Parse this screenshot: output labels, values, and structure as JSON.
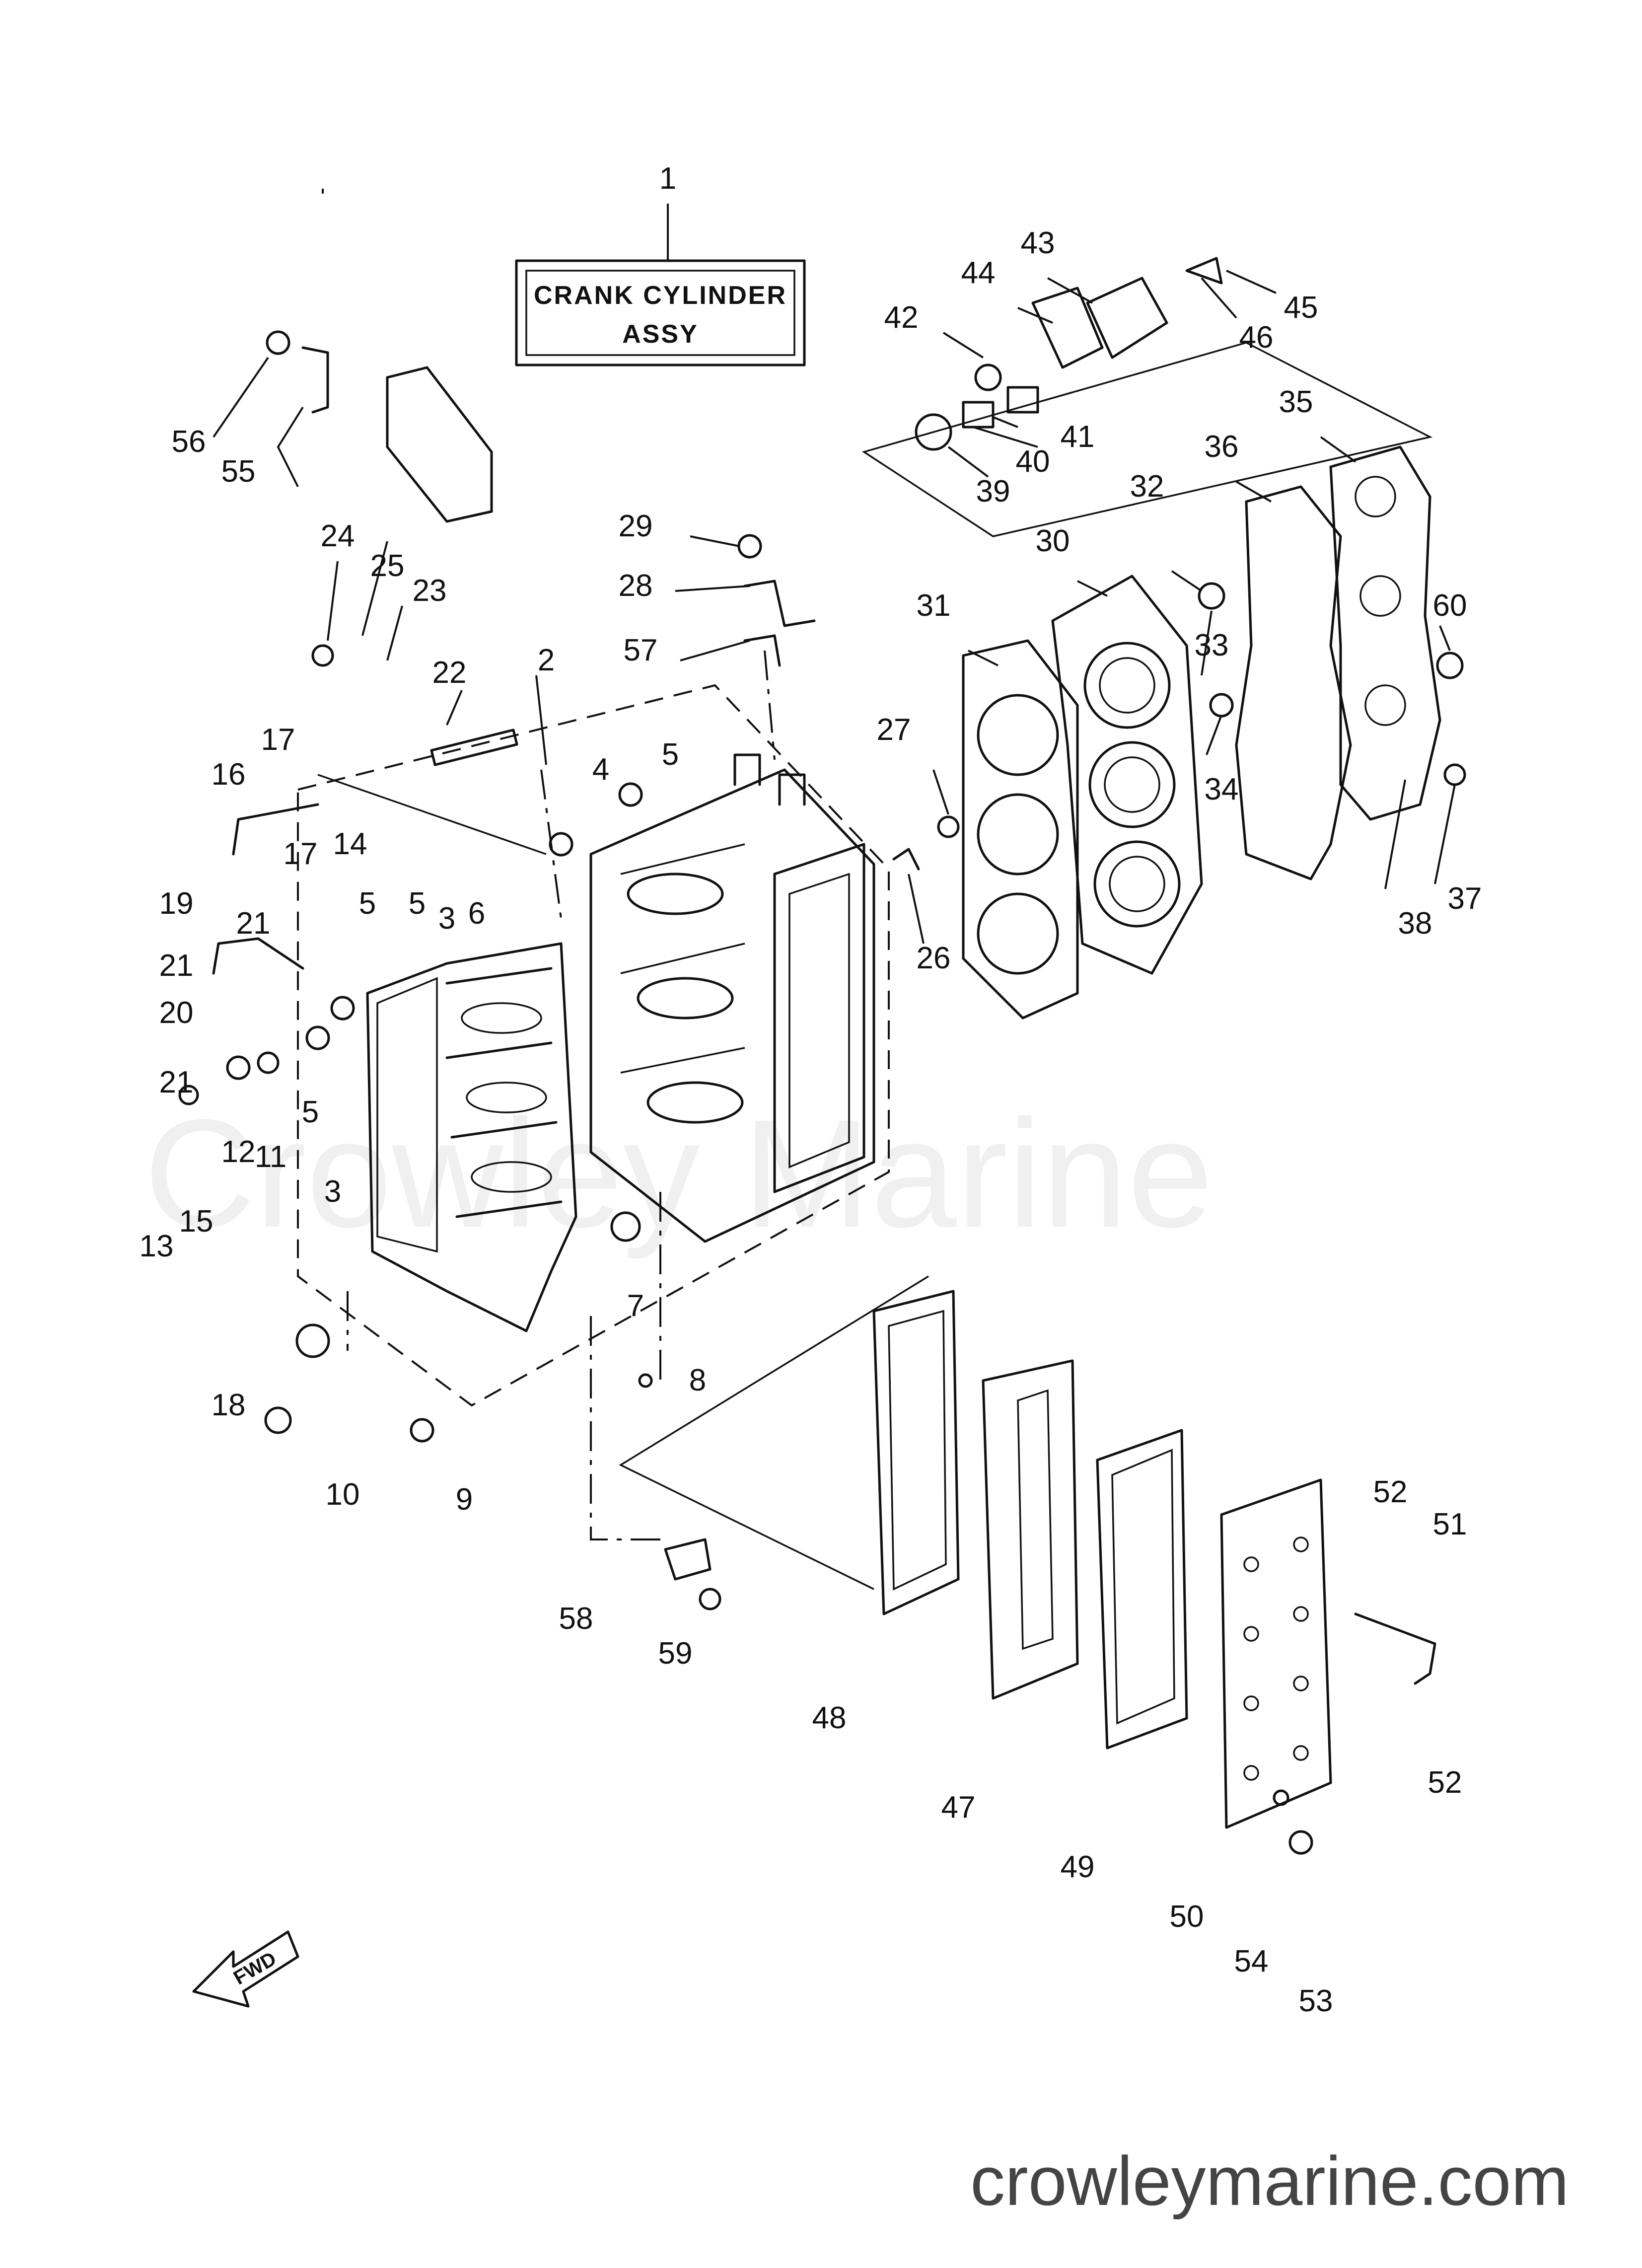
{
  "diagram": {
    "assembly_box": {
      "line1": "CRANK CYLINDER",
      "line2": "ASSY"
    },
    "watermark": "Crowley Marine",
    "footer": "crowleymarine.com",
    "direction_tag": "FWD",
    "callouts": {
      "c1": "1",
      "c2": "2",
      "c3a": "3",
      "c3b": "3",
      "c4": "4",
      "c5a": "5",
      "c5b": "5",
      "c5c": "5",
      "c5d": "5",
      "c6": "6",
      "c7": "7",
      "c8": "8",
      "c9": "9",
      "c10": "10",
      "c11": "11",
      "c12": "12",
      "c13": "13",
      "c14": "14",
      "c15": "15",
      "c16": "16",
      "c17a": "17",
      "c17b": "17",
      "c18": "18",
      "c19": "19",
      "c20": "20",
      "c21a": "21",
      "c21b": "21",
      "c21c": "21",
      "c22": "22",
      "c23": "23",
      "c24": "24",
      "c25": "25",
      "c26": "26",
      "c27": "27",
      "c28": "28",
      "c29": "29",
      "c30": "30",
      "c31": "31",
      "c32": "32",
      "c33": "33",
      "c34": "34",
      "c35": "35",
      "c36": "36",
      "c37": "37",
      "c38": "38",
      "c39": "39",
      "c40": "40",
      "c41": "41",
      "c42": "42",
      "c43": "43",
      "c44": "44",
      "c45": "45",
      "c46": "46",
      "c47": "47",
      "c48": "48",
      "c49": "49",
      "c50": "50",
      "c51": "51",
      "c52a": "52",
      "c52b": "52",
      "c53": "53",
      "c54": "54",
      "c55": "55",
      "c56": "56",
      "c57": "57",
      "c58": "58",
      "c59": "59",
      "c60": "60"
    }
  }
}
